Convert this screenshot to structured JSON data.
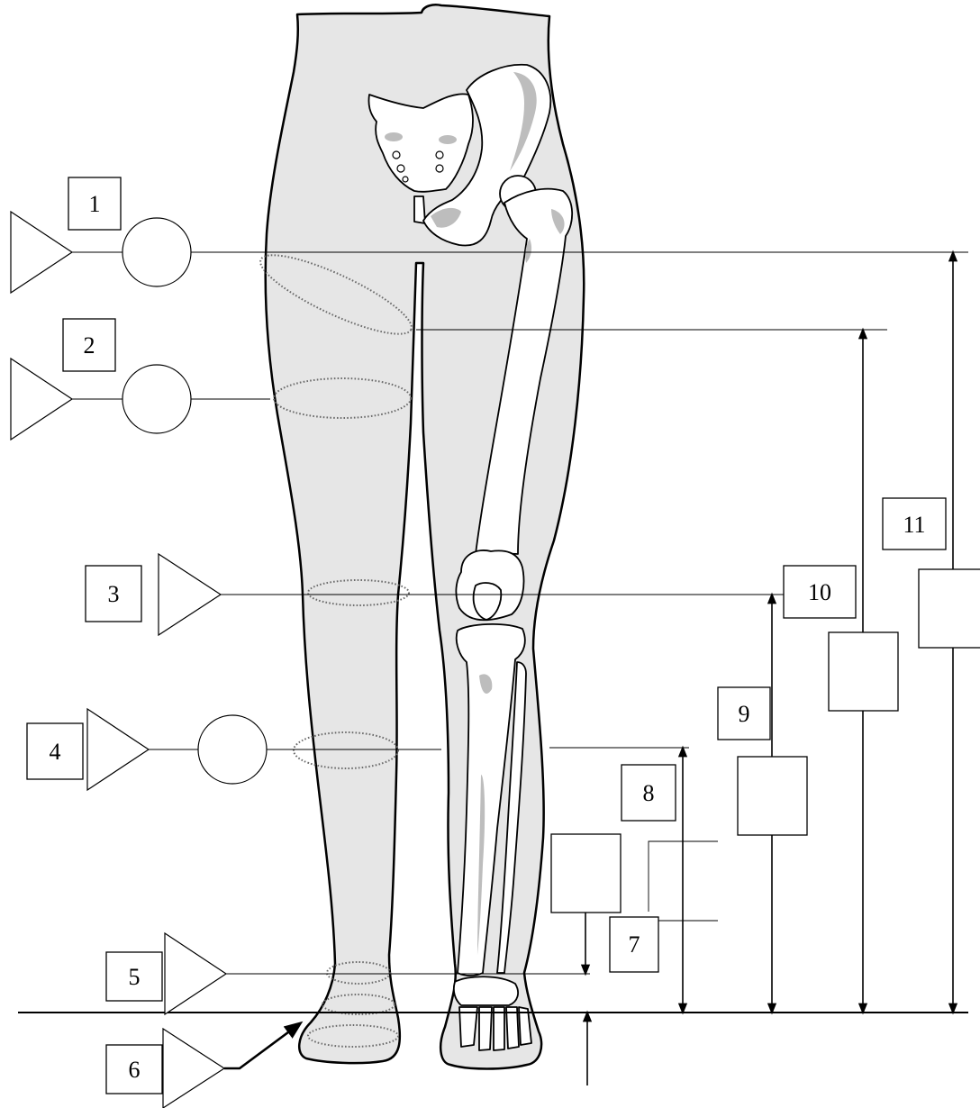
{
  "labels": {
    "l1": "1",
    "l2": "2",
    "l3": "3",
    "l4": "4",
    "l5": "5",
    "l6": "6",
    "l7": "7",
    "l8": "8",
    "l9": "9",
    "l10": "10",
    "l11": "11"
  },
  "colors": {
    "body_fill": "#e6e6e6",
    "bone_fill": "#ffffff",
    "bone_shade": "#bdbdbd",
    "outline": "#000000",
    "measure_ellipse": "#6b6b6b"
  },
  "icons": {
    "pointer_marker": "triangle-icon",
    "measurement_marker": "circle-icon",
    "dimension_arrow": "arrow-icon"
  }
}
